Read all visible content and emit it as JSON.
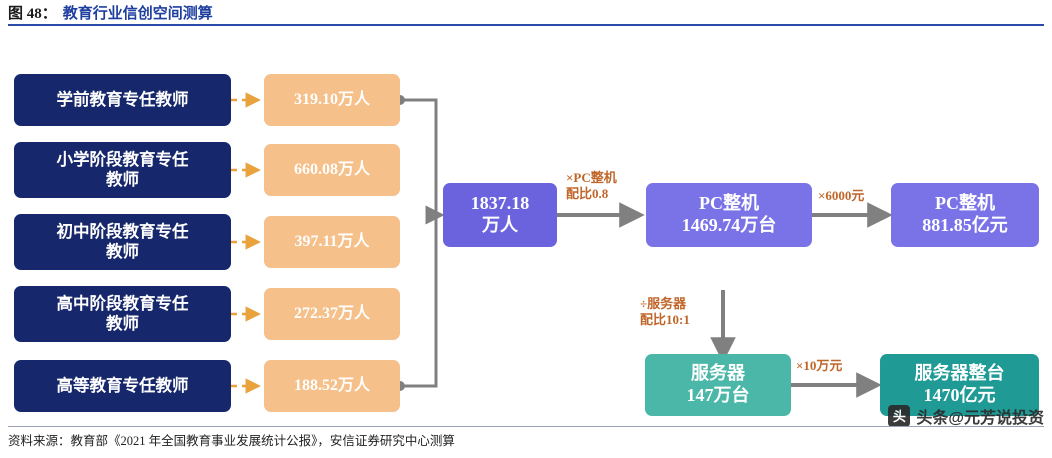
{
  "header": {
    "figure_label": "图 48：",
    "figure_title": "教育行业信创空间测算"
  },
  "footer": {
    "source": "资料来源：教育部《2021 年全国教育事业发展统计公报》，安信证券研究中心测算"
  },
  "watermark": {
    "logo_text": "头",
    "text": "头条@元芳说投资"
  },
  "diagram": {
    "teachers": [
      {
        "name": "学前教育专任教师",
        "value": "319.10万人"
      },
      {
        "name": "小学阶段教育专任\n教师",
        "value": "660.08万人"
      },
      {
        "name": "初中阶段教育专任\n教师",
        "value": "397.11万人"
      },
      {
        "name": "高中阶段教育专任\n教师",
        "value": "272.37万人"
      },
      {
        "name": "高等教育专任教师",
        "value": "188.52万人"
      }
    ],
    "total": "1837.18\n万人",
    "pc_ratio_label": "×PC整机\n配比0.8",
    "pc_units": "PC整机\n1469.74万台",
    "pc_price_label": "×6000元",
    "pc_value": "PC整机\n881.85亿元",
    "server_ratio_label": "÷服务器\n配比10:1",
    "server_units": "服务器\n147万台",
    "server_price_label": "×10万元",
    "server_value": "服务器整台\n1470亿元"
  },
  "colors": {
    "navy": "#16276b",
    "orange": "#f5c089",
    "purple": "#6a63dd",
    "teal": "#4bb7a8",
    "teal_dark": "#1f9a95",
    "accent_label": "#c0662a",
    "title_blue": "#1f3fa0"
  }
}
